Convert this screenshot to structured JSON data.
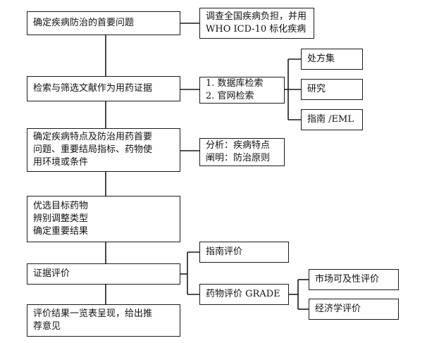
{
  "main_steps": [
    {
      "id": "step-1",
      "lines": [
        "确定疾病防治的首要问题"
      ]
    },
    {
      "id": "step-2",
      "lines": [
        "检索与筛选文献作为用药证据"
      ]
    },
    {
      "id": "step-3",
      "lines": [
        "确定疾病特点及防治用药首要",
        "问题、重要结局指标、药物使",
        "用环境或条件"
      ]
    },
    {
      "id": "step-4",
      "lines": [
        "优选目标药物",
        "辨别调整类型",
        "确定重要结果"
      ]
    },
    {
      "id": "step-5",
      "lines": [
        "证据评价"
      ]
    },
    {
      "id": "step-6",
      "lines": [
        "评价结果一览表呈现，给出推",
        "荐意见"
      ]
    }
  ],
  "side_notes": {
    "disease_burden": [
      "调查全国疾病负担，并用",
      "WHO ICD-10 标化疾病"
    ],
    "search_methods": [
      "1. 数据库检索",
      "2. 官网检索"
    ],
    "analysis": [
      "分析：疾病特点",
      "阐明：防治原则"
    ]
  },
  "sources": [
    "处方集",
    "研究",
    "指南 /EML"
  ],
  "evaluation_types": [
    "指南评价",
    "药物评价 GRADE"
  ],
  "grade_subtypes": [
    "市场可及性评价",
    "经济学评价"
  ]
}
